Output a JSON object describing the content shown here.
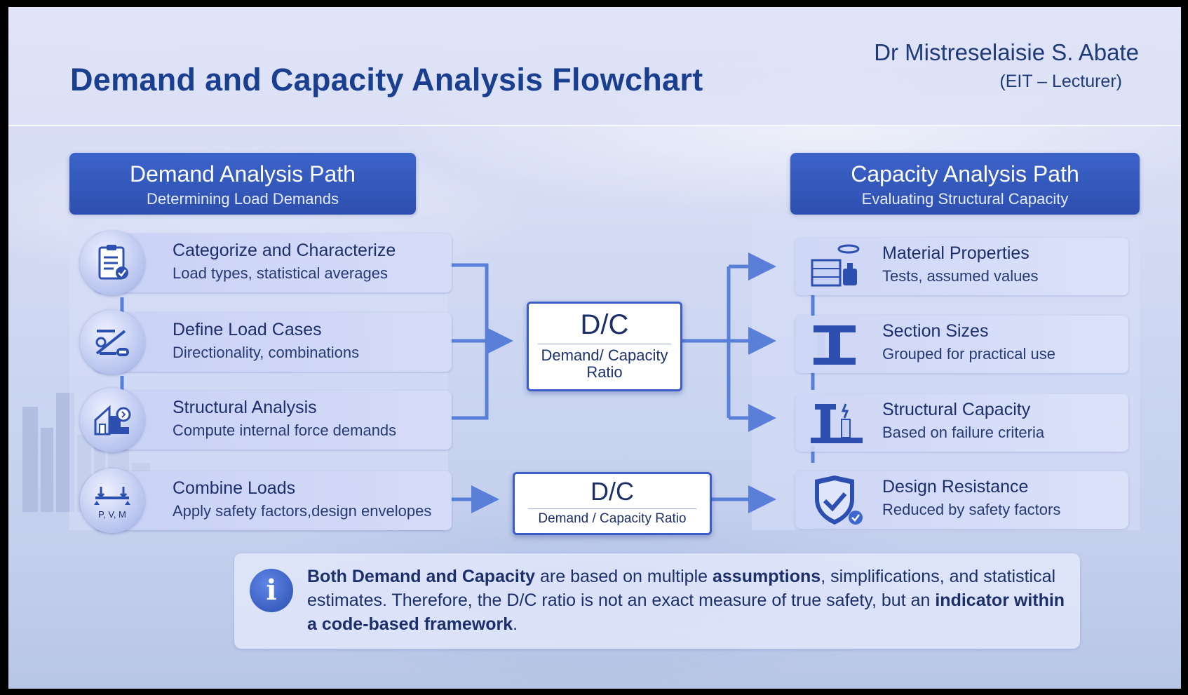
{
  "title": "Demand and Capacity Analysis Flowchart",
  "author": {
    "name": "Dr Mistreselaisie S. Abate",
    "role": "(EIT – Lecturer)"
  },
  "demand": {
    "title": "Demand Analysis Path",
    "subtitle": "Determining Load Demands",
    "steps": [
      {
        "title": "Categorize and Characterize",
        "subtitle": "Load types, statistical averages",
        "icon": "clipboard-check-icon"
      },
      {
        "title": "Define Load Cases",
        "subtitle": "Directionality, combinations",
        "icon": "load-cases-icon"
      },
      {
        "title": "Structural Analysis",
        "subtitle": "Compute internal force demands",
        "icon": "building-analysis-icon"
      },
      {
        "title": "Combine Loads",
        "subtitle": "Apply safety factors,design envelopes",
        "icon": "beam-forces-icon",
        "icon_text": "P, V, M"
      }
    ]
  },
  "capacity": {
    "title": "Capacity Analysis Path",
    "subtitle": "Evaluating Structural Capacity",
    "steps": [
      {
        "title": "Material Properties",
        "subtitle": "Tests, assumed values",
        "icon": "material-samples-icon"
      },
      {
        "title": "Section Sizes",
        "subtitle": "Grouped for practical use",
        "icon": "i-beam-icon"
      },
      {
        "title": "Structural Capacity",
        "subtitle": "Based on failure criteria",
        "icon": "column-test-icon"
      },
      {
        "title": "Design Resistance",
        "subtitle": "Reduced by safety factors",
        "icon": "shield-check-icon"
      }
    ]
  },
  "dc_main": {
    "title": "D/C",
    "line1": "Demand/ Capacity",
    "line2": "Ratio"
  },
  "dc_secondary": {
    "title": "D/C",
    "subtitle": "Demand / Capacity Ratio"
  },
  "note": {
    "icon": "info-icon",
    "bold1": "Both Demand and Capacity",
    "text1": " are based on multiple ",
    "bold2": "assumptions",
    "text2": ", simplifications, and statistical estimates. Therefore, the D/C ratio is not an exact measure of true safety, but an ",
    "bold3": "indicator within a code-based framework",
    "text3": "."
  },
  "colors": {
    "primary": "#2d4fb0",
    "text": "#1d2f6b",
    "connector": "#5a7fd8"
  }
}
